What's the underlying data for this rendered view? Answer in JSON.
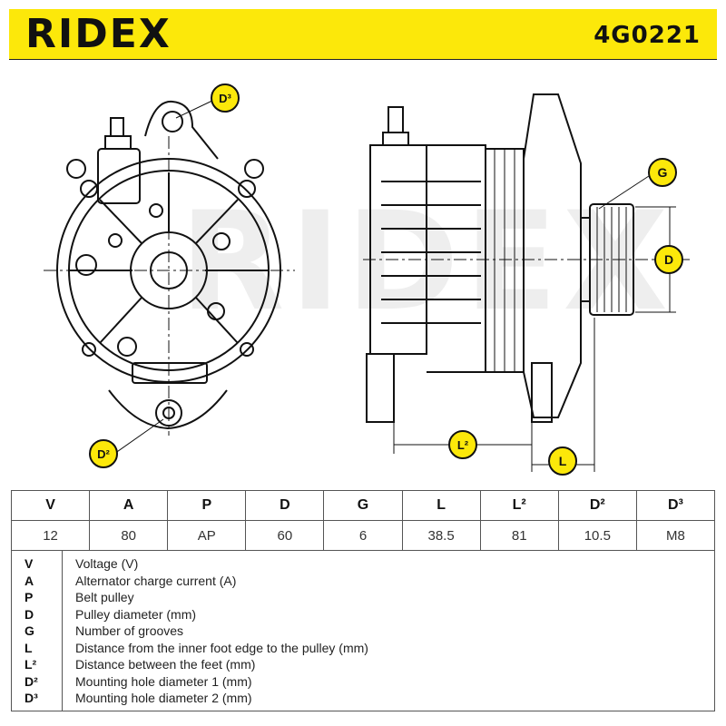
{
  "header": {
    "brand": "RIDEX",
    "part_number": "4G0221",
    "background_color": "#fce80a"
  },
  "drawing": {
    "callouts": {
      "d3": "D³",
      "g": "G",
      "d": "D",
      "d2": "D²",
      "l2": "L²",
      "l": "L"
    },
    "callout_color": "#fce80a",
    "watermark": "RIDEX"
  },
  "specs": {
    "headers": [
      "V",
      "A",
      "P",
      "D",
      "G",
      "L",
      "L²",
      "D²",
      "D³"
    ],
    "values": [
      "12",
      "80",
      "AP",
      "60",
      "6",
      "38.5",
      "81",
      "10.5",
      "M8"
    ]
  },
  "legend": [
    {
      "symbol": "V",
      "description": "Voltage (V)"
    },
    {
      "symbol": "A",
      "description": "Alternator charge current (A)"
    },
    {
      "symbol": "P",
      "description": "Belt pulley"
    },
    {
      "symbol": "D",
      "description": "Pulley diameter (mm)"
    },
    {
      "symbol": "G",
      "description": "Number of grooves"
    },
    {
      "symbol": "L",
      "description": "Distance from the inner foot edge to the pulley (mm)"
    },
    {
      "symbol": "L²",
      "description": "Distance between the feet (mm)"
    },
    {
      "symbol": "D²",
      "description": "Mounting hole diameter 1 (mm)"
    },
    {
      "symbol": "D³",
      "description": "Mounting hole diameter 2 (mm)"
    }
  ]
}
